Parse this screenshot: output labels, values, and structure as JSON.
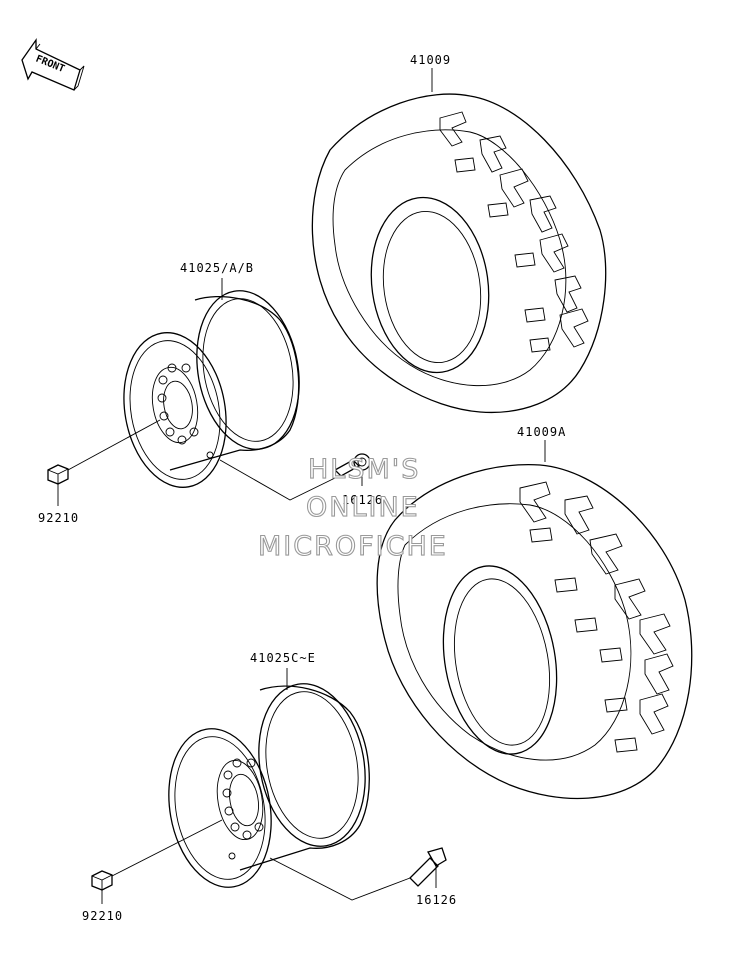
{
  "front_arrow": {
    "label": "FRONT"
  },
  "parts": [
    {
      "id": "tire-rear",
      "label": "41009"
    },
    {
      "id": "wheel-front",
      "label": "41025/A/B"
    },
    {
      "id": "nut-front",
      "label": "92210"
    },
    {
      "id": "valve-front",
      "label": "16126"
    },
    {
      "id": "tire-front",
      "label": "41009A"
    },
    {
      "id": "wheel-rear",
      "label": "41025C~E"
    },
    {
      "id": "nut-rear",
      "label": "92210"
    },
    {
      "id": "valve-rear",
      "label": "16126"
    }
  ],
  "watermark": {
    "line1": "HLSM'S",
    "line2": "ONLINE",
    "line3": "MICROFICHE"
  }
}
